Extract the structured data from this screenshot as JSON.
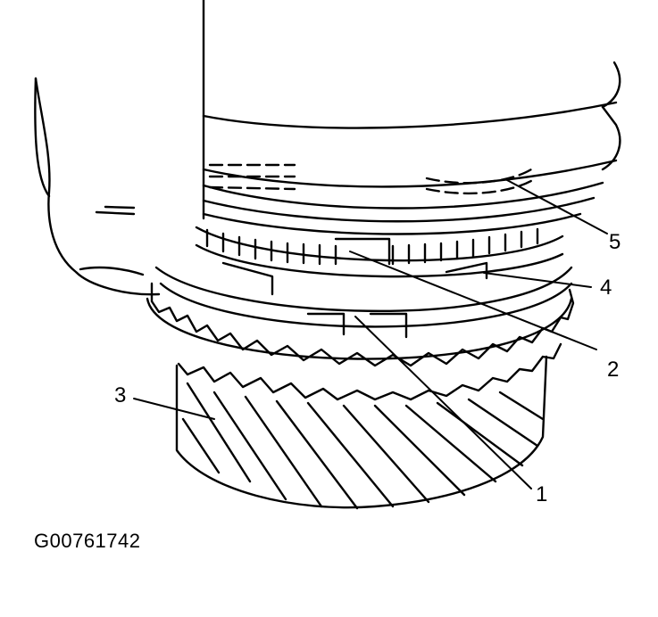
{
  "figure": {
    "caption_id": "G00761742",
    "callouts": [
      "1",
      "2",
      "3",
      "4",
      "5"
    ]
  }
}
